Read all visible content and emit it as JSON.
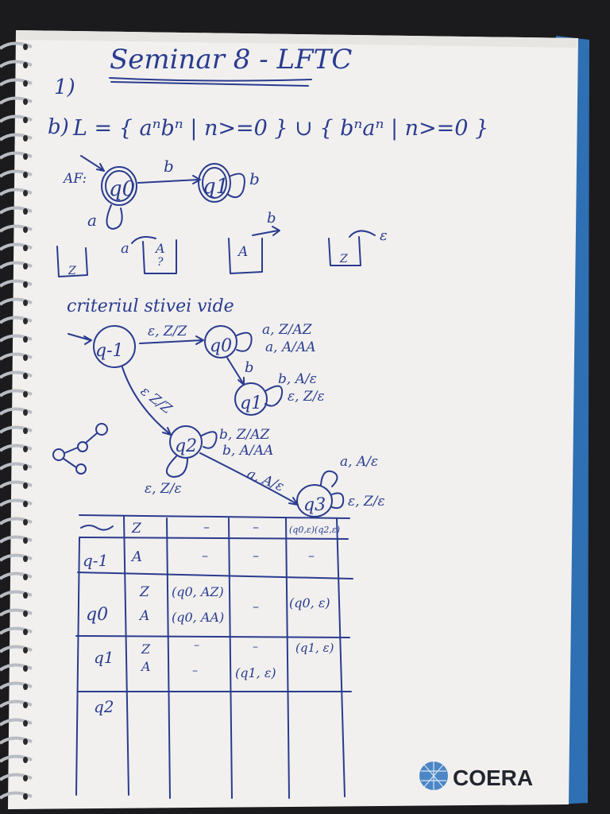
{
  "title": "Seminar 8 - LFTC",
  "problem_number": "1)",
  "language_label": "b)",
  "language": "L = { aⁿbⁿ | n>=0 } ∪ { bⁿaⁿ | n>=0 }",
  "af_label": "AF:",
  "af": {
    "states": [
      "q0",
      "q1"
    ],
    "transitions": [
      {
        "from": "q0",
        "to": "q1",
        "label": "b"
      },
      {
        "from": "q0",
        "to": "q0",
        "label": "a"
      },
      {
        "from": "q1",
        "to": "q1",
        "label": "b"
      }
    ]
  },
  "stack_sketches": [
    {
      "before": "",
      "contents": [
        "Z"
      ],
      "after": ""
    },
    {
      "before": "a",
      "contents": [
        "A",
        "?"
      ],
      "after": ""
    },
    {
      "before": "",
      "contents": [
        "A"
      ],
      "after": "b"
    },
    {
      "before": "",
      "contents": [
        "Z"
      ],
      "after": "ε"
    }
  ],
  "criterion": "criteriul stivei vide",
  "pda": {
    "states": [
      "q-1",
      "q0",
      "q1",
      "q2",
      "q3"
    ],
    "transitions": [
      {
        "from": "q-1",
        "to": "q0",
        "label": "ε, Z/Z"
      },
      {
        "from": "q-1",
        "to": "q2",
        "label": "ε Z/Z"
      },
      {
        "from": "q0",
        "to": "q0",
        "labels": [
          "a, Z/AZ",
          "a, A/AA"
        ]
      },
      {
        "from": "q0",
        "to": "q1",
        "label": "b"
      },
      {
        "from": "q1",
        "to": "q1",
        "labels": [
          "b, A/ε",
          "ε, Z/ε"
        ]
      },
      {
        "from": "q2",
        "to": "q2",
        "labels": [
          "b, Z/AZ",
          "b, A/AA"
        ]
      },
      {
        "from": "q2",
        "to": "q2",
        "label": "ε, Z/ε"
      },
      {
        "from": "q2",
        "to": "q3",
        "label": "a, A/ε"
      },
      {
        "from": "q3",
        "to": "q3",
        "label": "a, A/ε"
      },
      {
        "from": "q3",
        "to": "q3",
        "label": "ε, Z/ε"
      }
    ]
  },
  "table": {
    "header": [
      "",
      "Z",
      "–",
      "–",
      "(q0,ε)(q2,ε)"
    ],
    "rows": [
      {
        "state": "q-1",
        "stack": [
          "A"
        ],
        "c1": [
          "–"
        ],
        "c2": [
          "–"
        ],
        "c3": [
          "–"
        ]
      },
      {
        "state": "q0",
        "stack": [
          "Z",
          "A"
        ],
        "c1": [
          "(q0, AZ)",
          "(q0, AA)"
        ],
        "c2": [
          "–"
        ],
        "c3": [
          "(q0, ε)"
        ]
      },
      {
        "state": "q1",
        "stack": [
          "Z",
          "A"
        ],
        "c1": [
          "–",
          "–"
        ],
        "c2": [
          "–",
          "(q1, ε)"
        ],
        "c3": [
          "(q1, ε)"
        ]
      },
      {
        "state": "q2",
        "stack": [],
        "c1": [],
        "c2": [],
        "c3": []
      }
    ]
  },
  "brand": {
    "name": "COERA"
  }
}
